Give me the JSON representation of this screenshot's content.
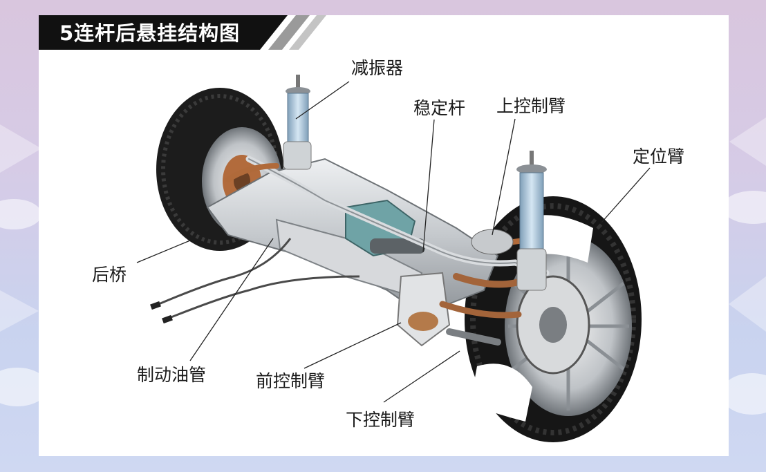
{
  "title": "5连杆后悬挂结构图",
  "labels": {
    "shock_absorber": "减振器",
    "stabilizer_bar": "稳定杆",
    "upper_control_arm": "上控制臂",
    "trailing_arm": "定位臂",
    "rear_axle": "后桥",
    "brake_line": "制动油管",
    "front_control_arm": "前控制臂",
    "lower_control_arm": "下控制臂"
  },
  "colors": {
    "title_bar": "#111111",
    "title_stripe": "#9a9a9a",
    "leader_line": "#222222",
    "tire": "#1b1b1b",
    "metal": "#c9ccd0",
    "shock_blue": "#a9c6dd",
    "copper": "#b06a3a",
    "subframe_teal": "#6fa3a6"
  }
}
